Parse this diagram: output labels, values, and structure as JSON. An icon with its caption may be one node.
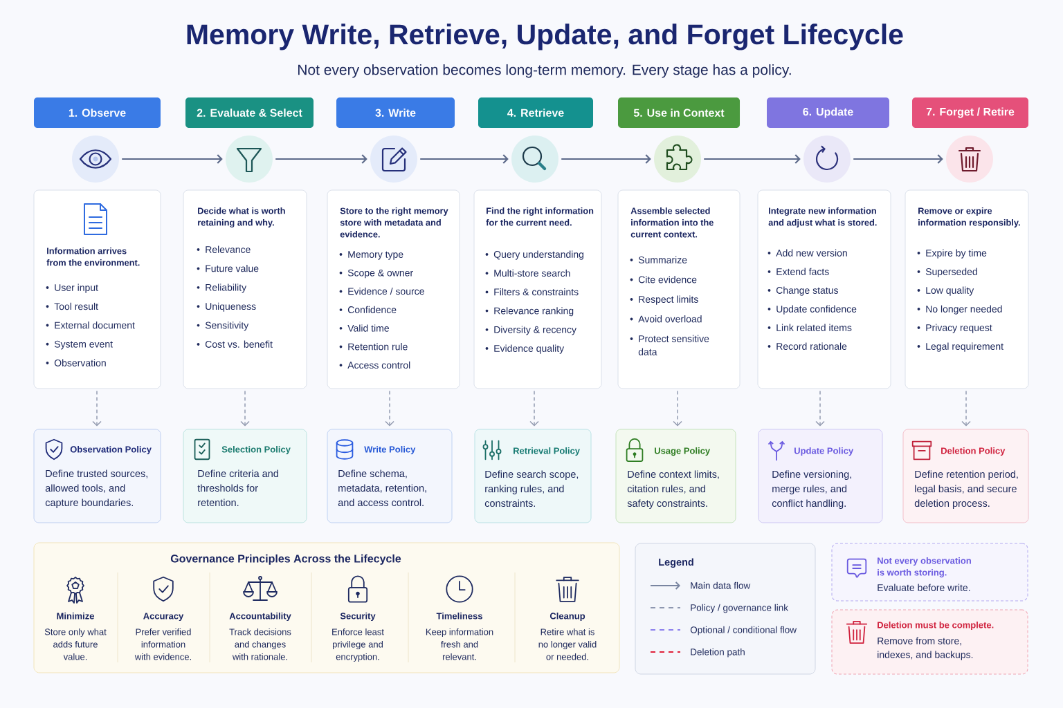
{
  "diagram": {
    "title": "Memory Write, Retrieve, Update, and Forget Lifecycle",
    "nodes": [
      {
        "text": [
          "1. Observe"
        ]
      },
      {
        "text": [
          "2. Evaluate & Select"
        ]
      },
      {
        "text": [
          "3. Write"
        ]
      },
      {
        "text": [
          "4. Retrieve"
        ]
      },
      {
        "text": [
          "5. Use in Context"
        ]
      },
      {
        "text": [
          "6. Update"
        ]
      },
      {
        "text": [
          "7. Forget / Retire"
        ]
      },
      {
        "text": [],
        "shape": "circle"
      },
      {
        "text": [],
        "shape": "circle"
      },
      {
        "text": [],
        "shape": "circle"
      },
      {
        "text": [],
        "shape": "circle"
      },
      {
        "text": [],
        "shape": "circle"
      },
      {
        "text": [],
        "shape": "circle"
      },
      {
        "text": [],
        "shape": "circle"
      },
      {
        "text": [
          "Information arrives from the environment.",
          "User input",
          "Tool result",
          "External document",
          "System event",
          "Observation"
        ]
      },
      {
        "text": [
          "Decide what is worth retaining and why.",
          "Relevance",
          "Future value",
          "Reliability",
          "Uniqueness",
          "Sensitivity",
          "Cost vs. benefit"
        ]
      },
      {
        "text": [
          "Store to the right memory store with metadata and evidence.",
          "Memory type",
          "Scope & owner",
          "Evidence / source",
          "Confidence",
          "Valid time",
          "Retention rule",
          "Access control"
        ]
      },
      {
        "text": [
          "Find the right information for the current need.",
          "Query understanding",
          "Multi-store search",
          "Filters & constraints",
          "Relevance ranking",
          "Diversity & recency",
          "Evidence quality"
        ]
      },
      {
        "text": [
          "Assemble selected information into the current context.",
          "Summarize",
          "Cite evidence",
          "Respect limits",
          "Avoid overload",
          "Protect sensitive data"
        ]
      },
      {
        "text": [
          "Integrate new information and adjust what is stored.",
          "Add new version",
          "Extend facts",
          "Change status",
          "Update confidence",
          "Link related items",
          "Record rationale"
        ]
      },
      {
        "text": [
          "Remove or expire information responsibly.",
          "Expire by time",
          "Superseded",
          "Low quality",
          "No longer needed",
          "Privacy request",
          "Legal requirement"
        ]
      },
      {
        "text": [
          "Observation Policy",
          "Define trusted sources, allowed tools, and capture boundaries."
        ]
      },
      {
        "text": [
          "Selection Policy",
          "Define criteria and thresholds for retention."
        ]
      },
      {
        "text": [
          "Write Policy",
          "Define schema, metadata, retention, and access control."
        ]
      },
      {
        "text": [
          "Retrieval Policy",
          "Define search scope, ranking rules, and constraints."
        ]
      },
      {
        "text": [
          "Usage Policy",
          "Define context limits, citation rules, and safety constraints."
        ]
      },
      {
        "text": [
          "Update Policy",
          "Define versioning, merge rules, and conflict handling."
        ]
      },
      {
        "text": [
          "Deletion Policy",
          "Define retention period, legal basis, and secure deletion process."
        ]
      },
      {
        "text": [
          "Governance Principles Across the Lifecycle",
          "Minimize",
          "Store only what adds future value.",
          "Accuracy",
          "Prefer verified information with evidence.",
          "Accountability",
          "Track decisions and changes with rationale.",
          "Security",
          "Enforce least privilege and encryption.",
          "Timeliness",
          "Keep information fresh and relevant.",
          "Cleanup",
          "Retire what is no longer valid or needed."
        ]
      },
      {
        "text": [
          "Not every observation is worth storing.",
          "Evaluate before write."
        ]
      },
      {
        "text": [
          "Deletion must be complete.",
          "Remove from store, indexes, and backups."
        ]
      }
    ],
    "edges": [
      {
        "from": 7,
        "to": 8,
        "arrow": "to"
      },
      {
        "from": 8,
        "to": 9,
        "arrow": "to"
      },
      {
        "from": 9,
        "to": 10,
        "arrow": "to"
      },
      {
        "from": 10,
        "to": 11,
        "arrow": "to"
      },
      {
        "from": 11,
        "to": 12,
        "arrow": "to"
      },
      {
        "from": 12,
        "to": 13,
        "arrow": "to"
      },
      {
        "from": 14,
        "to": 21,
        "arrow": "to",
        "style": "dashed"
      },
      {
        "from": 15,
        "to": 22,
        "arrow": "to",
        "style": "dashed"
      },
      {
        "from": 16,
        "to": 23,
        "arrow": "to",
        "style": "dashed"
      },
      {
        "from": 17,
        "to": 24,
        "arrow": "to",
        "style": "dashed"
      },
      {
        "from": 18,
        "to": 25,
        "arrow": "to",
        "style": "dashed"
      },
      {
        "from": 19,
        "to": 26,
        "arrow": "to",
        "style": "dashed"
      },
      {
        "from": 20,
        "to": 27,
        "arrow": "to",
        "style": "dashed"
      }
    ],
    "labels": [
      "Not every observation becomes long-term memory. Every stage has a policy.",
      "Legend"
    ],
    "legend": [
      {
        "text": "Main data flow"
      },
      {
        "text": "Policy / governance link"
      },
      {
        "text": "Optional / conditional flow"
      },
      {
        "text": "Deletion path"
      }
    ]
  }
}
